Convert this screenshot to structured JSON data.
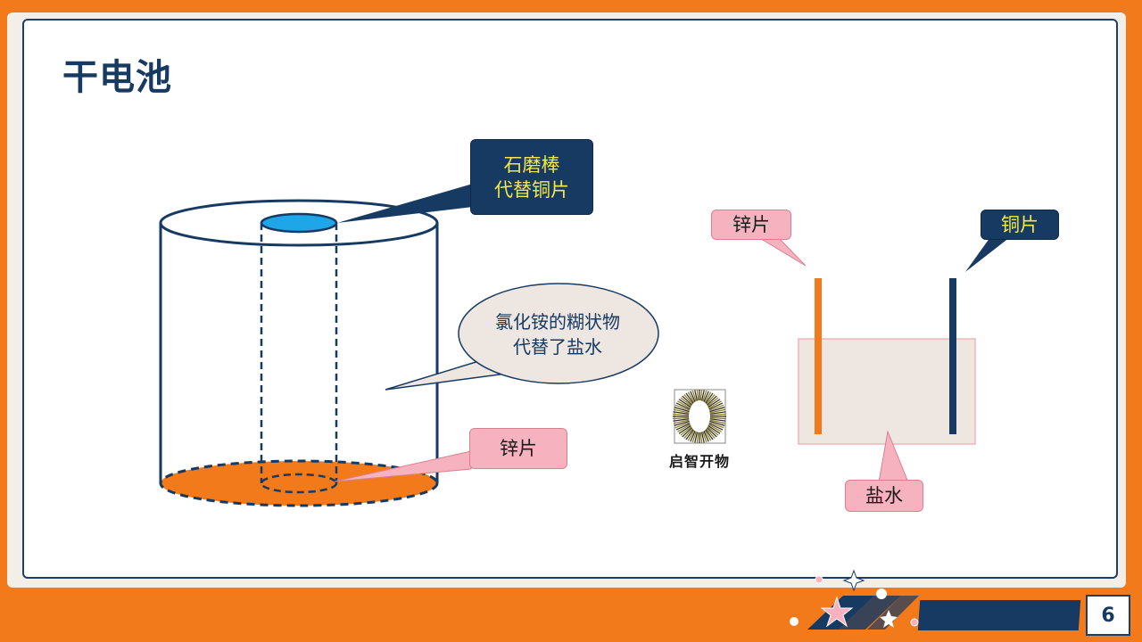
{
  "slide": {
    "title": "干电池",
    "page_number": "6"
  },
  "dry_cell": {
    "graphite_label": "石磨棒\n代替铜片",
    "paste_label": "氯化铵的糊状物\n代替了盐水",
    "zinc_label": "锌片"
  },
  "simple_cell": {
    "zinc_label": "锌片",
    "copper_label": "铜片",
    "brine_label": "盐水"
  },
  "logo": {
    "text": "启智开物"
  },
  "colors": {
    "brand_orange": "#f27a1a",
    "navy": "#173a63",
    "callout_yellow": "#f5e94a",
    "pink_callout": "#f6b3bf",
    "rod_top": "#1ea6e8",
    "zinc_orange": "#f27a1a",
    "copper_navy": "#173a63",
    "brine_fill": "#ede6e1"
  }
}
